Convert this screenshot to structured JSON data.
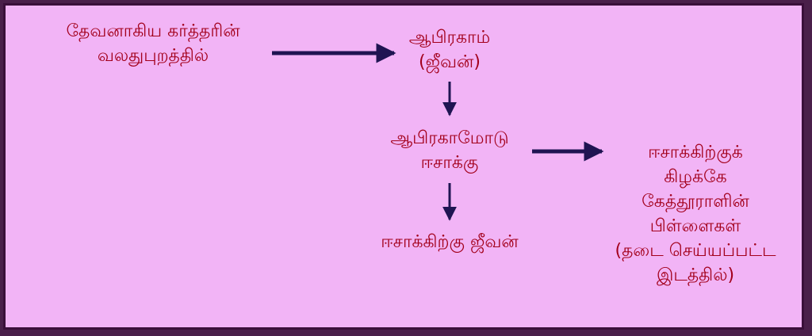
{
  "colors": {
    "background": "#f2b4f6",
    "border": "#3a0f3a",
    "text": "#a3001b",
    "arrow": "#1f1452"
  },
  "nodes": {
    "start": {
      "lines": [
        "தேவனாகிய கர்த்தரின்",
        "வலதுபுறத்தில்"
      ]
    },
    "abraham": {
      "lines": [
        "ஆபிரகாம்",
        "(ஜீவன்)"
      ]
    },
    "abraham_isaac": {
      "lines": [
        "ஆபிரகாமோடு",
        "ஈசாக்கு"
      ]
    },
    "isaac_life": {
      "lines": [
        "ஈசாக்கிற்கு ஜீவன்"
      ]
    },
    "east": {
      "lines": [
        "ஈசாக்கிற்குக்",
        "கிழக்கே",
        "கேத்தூராளின்",
        "பிள்ளைகள்",
        "(தடை செய்யப்பட்ட",
        "இடத்தில்)"
      ]
    }
  },
  "edges": [
    {
      "from": "start",
      "to": "abraham"
    },
    {
      "from": "abraham",
      "to": "abraham_isaac"
    },
    {
      "from": "abraham_isaac",
      "to": "east"
    },
    {
      "from": "abraham_isaac",
      "to": "isaac_life"
    }
  ]
}
